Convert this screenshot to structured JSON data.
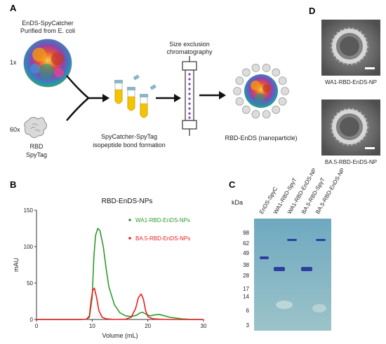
{
  "panels": {
    "a": {
      "letter": "A",
      "source_line1": "EnDS-SpyCatcher",
      "source_line2": "Purified from E. coli",
      "ratio_ends": "1x",
      "ratio_rbd": "60x",
      "rbd_label1": "RBD",
      "rbd_label2": "SpyTag",
      "sec_line1": "Size exclusion",
      "sec_line2": "chromatography",
      "bond_line1": "SpyCatcher-SpyTag",
      "bond_line2": "isopeptide bond formation",
      "product_label": "RBD-EnDS (nanoparticle)"
    },
    "b": {
      "letter": "B"
    },
    "c": {
      "letter": "C",
      "kda_label": "kDa",
      "markers": [
        "98",
        "62",
        "49",
        "38",
        "28",
        "17",
        "14",
        "6",
        "3"
      ],
      "lanes": [
        "EnDS-SpyC",
        "WA1-RBD-SpyT",
        "WA1-RBD-EnDS-NP",
        "BA.5-RBD-SpyT",
        "BA.5-RBD-EnDS-NP"
      ]
    },
    "d": {
      "letter": "D",
      "images": [
        {
          "label": "WA1-RBD-EnDS-NP"
        },
        {
          "label": "BA.5-RBD-EnDS-NP"
        }
      ]
    }
  },
  "colors": {
    "wa1": "#2e9a2e",
    "ba5": "#ee1c1c",
    "gel": "#7fb4c6",
    "tube": "#f5c400"
  },
  "chart_data": {
    "type": "line",
    "title": "RBD-EnDS-NPs",
    "xlabel": "Volume (mL)",
    "ylabel": "mAU",
    "xlim": [
      0,
      30
    ],
    "ylim": [
      0,
      150
    ],
    "xticks": [
      0,
      10,
      20,
      30
    ],
    "yticks": [
      0,
      50,
      100,
      150
    ],
    "legend_position": "right",
    "grid": false,
    "series": [
      {
        "name": "WA1-RBD-EnDS-NPs",
        "color": "#2e9a2e",
        "x": [
          0,
          8,
          9,
          9.5,
          10,
          10.3,
          10.6,
          11,
          11.4,
          12,
          12.5,
          13,
          14,
          15,
          16,
          17,
          18,
          18.6,
          19,
          19.5,
          20,
          20.5,
          21,
          22,
          23,
          24,
          26,
          28,
          30
        ],
        "y": [
          0,
          0,
          0.5,
          3,
          30,
          85,
          115,
          125,
          122,
          100,
          70,
          45,
          20,
          9,
          5,
          4,
          6,
          9,
          10,
          8,
          6,
          5,
          6,
          7,
          5,
          3,
          1,
          0,
          0
        ]
      },
      {
        "name": "BA.5-RBD-EnDS-NPs",
        "color": "#ee1c1c",
        "x": [
          0,
          8,
          9,
          9.5,
          9.8,
          10.1,
          10.4,
          10.8,
          11.2,
          11.8,
          12.5,
          14,
          16,
          17,
          17.8,
          18.3,
          18.8,
          19.2,
          19.6,
          20,
          20.5,
          21,
          22,
          24,
          26,
          30
        ],
        "y": [
          0,
          0,
          0.5,
          5,
          25,
          40,
          43,
          30,
          12,
          3,
          1,
          0,
          0.5,
          3,
          15,
          30,
          35,
          28,
          12,
          4,
          2,
          1,
          0.5,
          0,
          0,
          0
        ]
      }
    ]
  }
}
